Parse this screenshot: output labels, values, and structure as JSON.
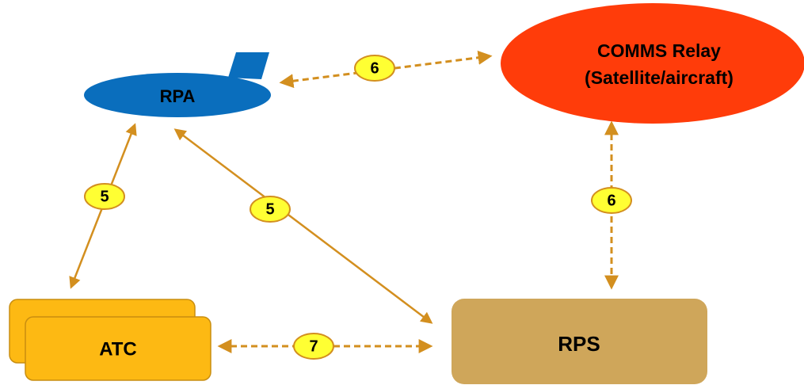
{
  "nodes": {
    "rpa": {
      "label": "RPA",
      "color": "#0a6ebd"
    },
    "comms_relay": {
      "line1": "COMMS Relay",
      "line2": "(Satellite/aircraft)",
      "color": "#ff3c0a"
    },
    "atc": {
      "label": "ATC",
      "color": "#fdb913"
    },
    "rps": {
      "label": "RPS",
      "color": "#cfa65a"
    }
  },
  "links": {
    "rpa_comms": {
      "label": "6",
      "style": "dashed"
    },
    "comms_rps": {
      "label": "6",
      "style": "dashed"
    },
    "rpa_atc": {
      "label": "5",
      "style": "solid"
    },
    "rpa_rps": {
      "label": "5",
      "style": "solid"
    },
    "atc_rps": {
      "label": "7",
      "style": "dashed"
    }
  },
  "colors": {
    "link": "#d38f1f",
    "badge_fill": "#ffff33",
    "badge_stroke": "#d38f1f"
  }
}
